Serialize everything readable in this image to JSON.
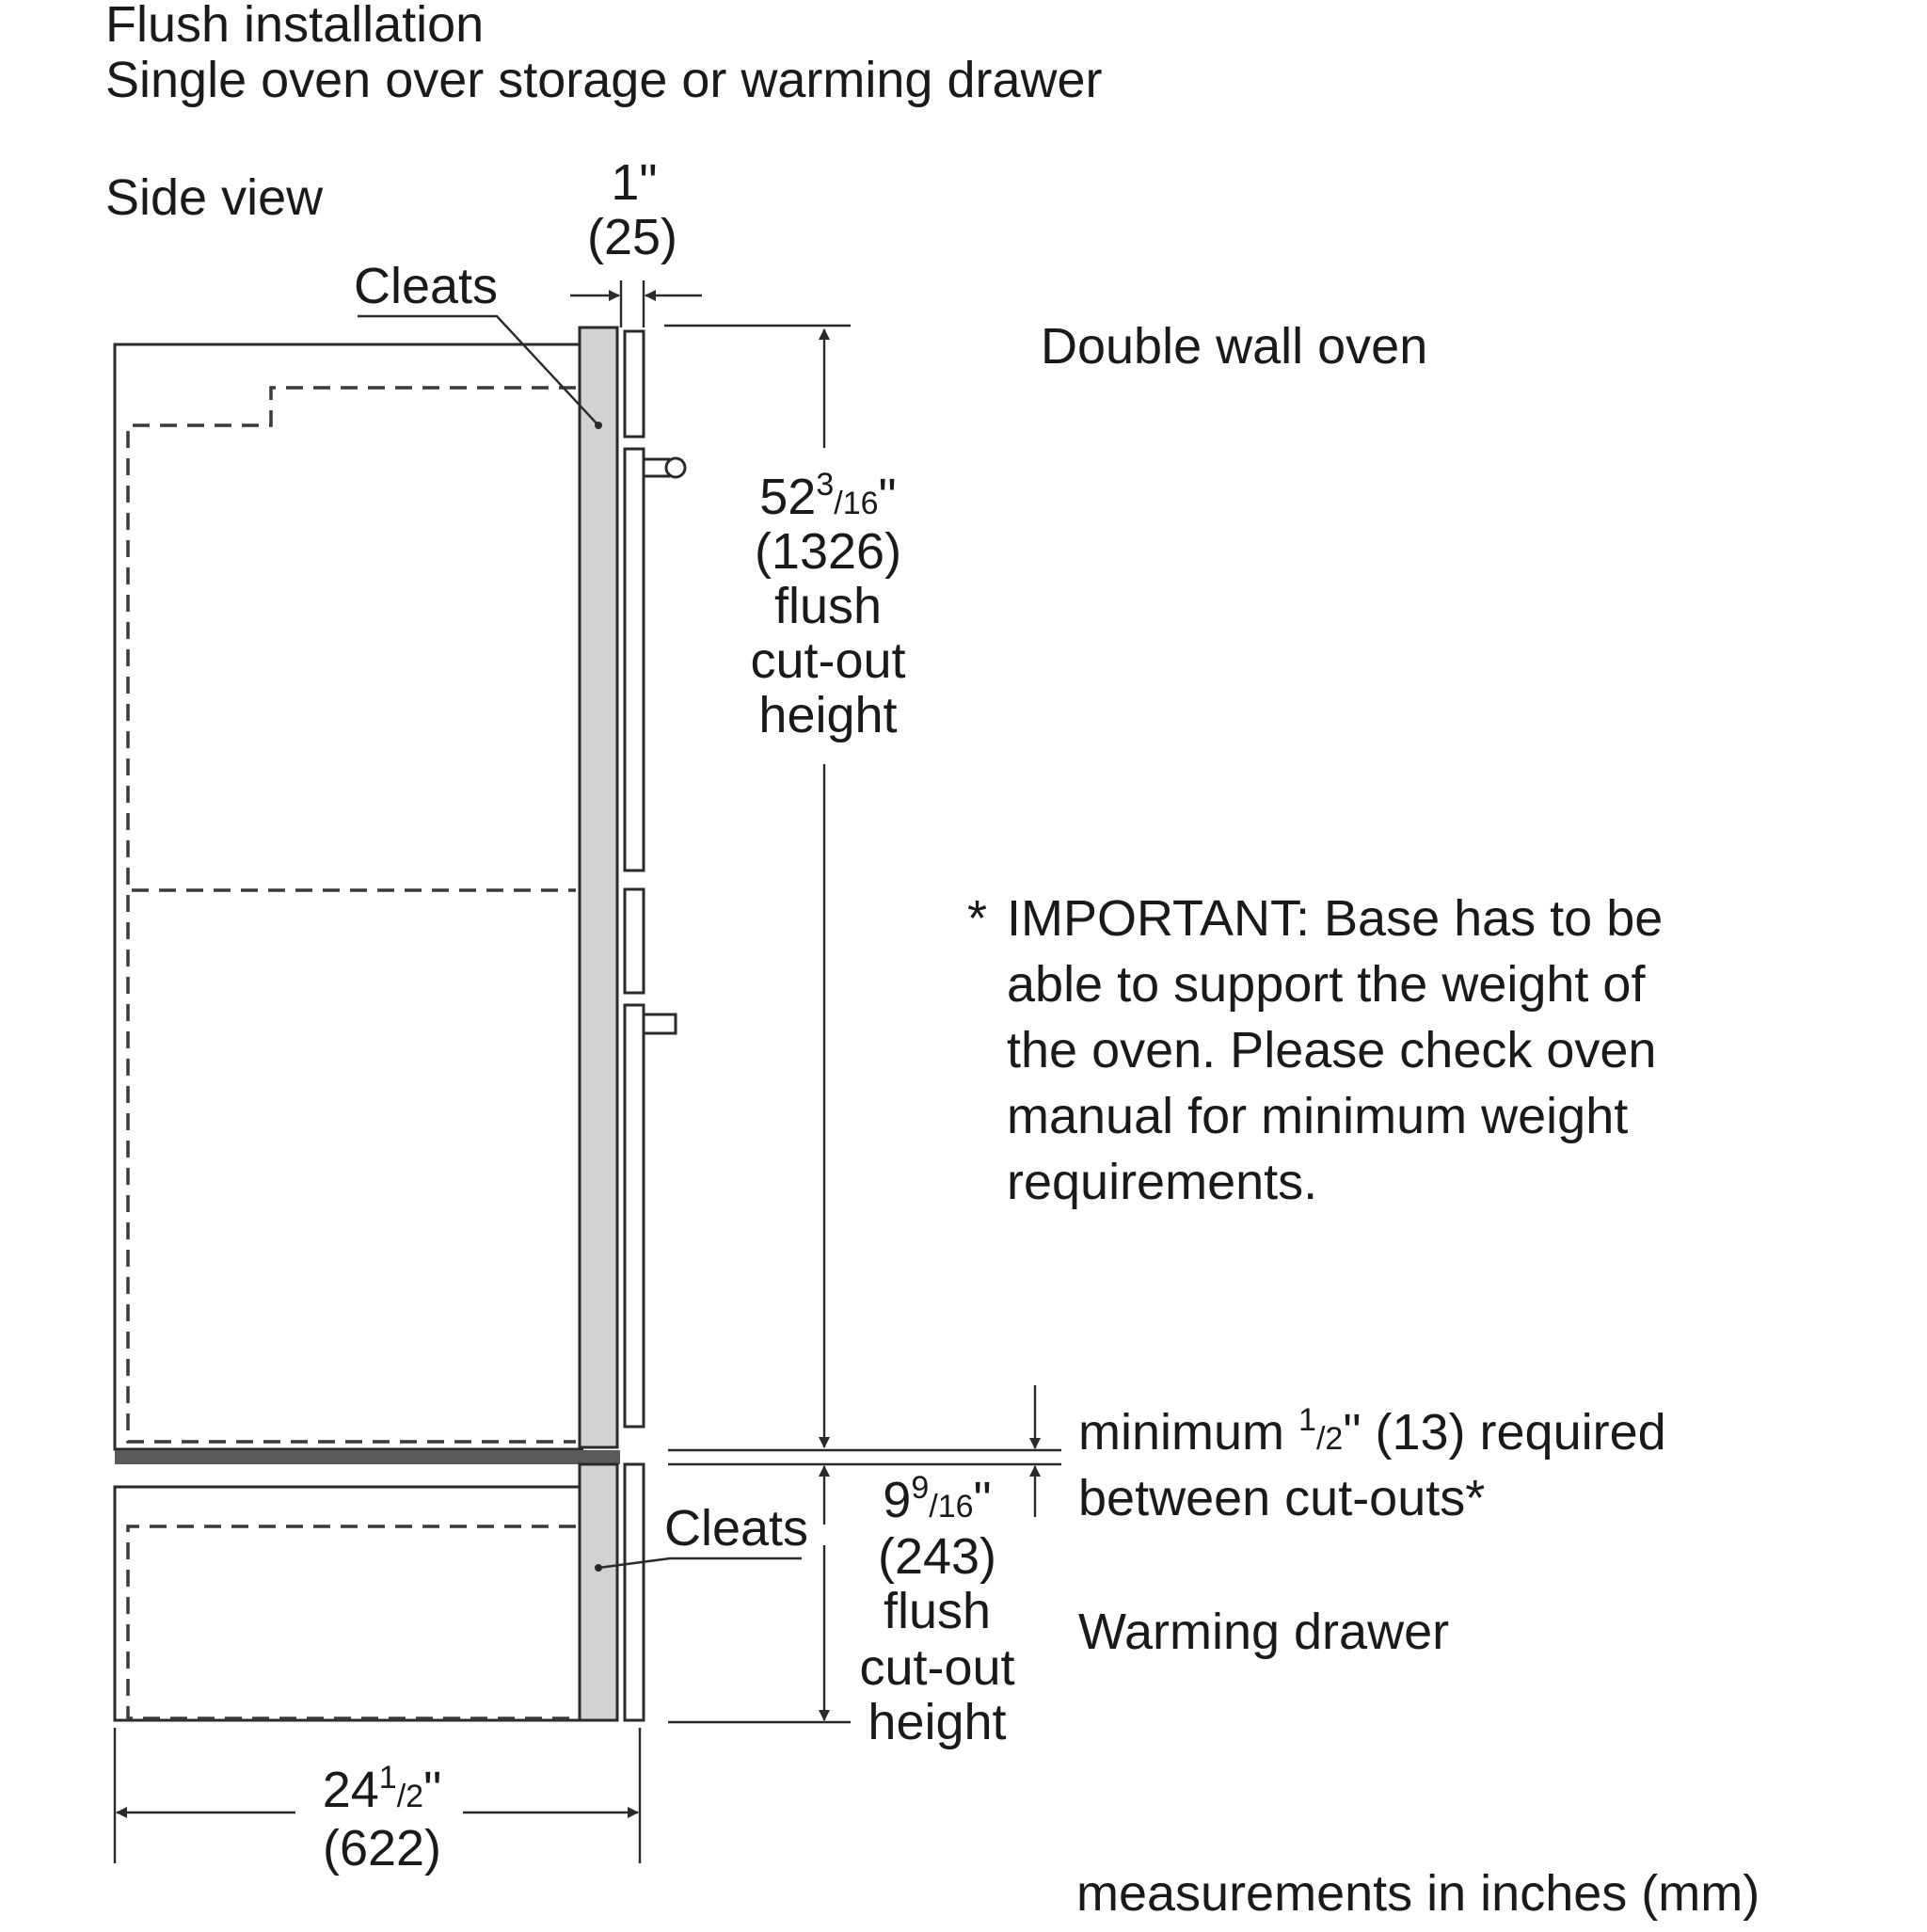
{
  "header": {
    "title": "Flush installation",
    "subtitle": "Single oven over storage or warming drawer"
  },
  "view_label": "Side view",
  "labels": {
    "cleats_top": "Cleats",
    "cleats_bottom": "Cleats",
    "double_wall_oven": "Double wall oven",
    "warming_drawer": "Warming drawer",
    "footer": "measurements in inches (mm)"
  },
  "dimensions": {
    "gap": {
      "inches": "1\"",
      "mm": "(25)"
    },
    "oven_cutout": {
      "whole": "52",
      "num": "3",
      "den": "16",
      "suffix": "\"",
      "mm": "(1326)",
      "line1": "flush",
      "line2": "cut-out",
      "line3": "height"
    },
    "drawer_cutout": {
      "whole": "9",
      "num": "9",
      "den": "16",
      "suffix": "\"",
      "mm": "(243)",
      "line1": "flush",
      "line2": "cut-out",
      "line3": "height"
    },
    "depth": {
      "whole": "24",
      "num": "1",
      "den": "2",
      "suffix": "\"",
      "mm": "(622)"
    },
    "minimum": {
      "prefix": "minimum ",
      "num": "1",
      "den": "2",
      "suffix": "\" (13) required",
      "line2": "between cut-outs*"
    }
  },
  "note": {
    "star": "*",
    "lines": [
      "IMPORTANT: Base has to be",
      "able to support the weight of",
      "the oven. Please check oven",
      "manual for minimum weight",
      "requirements."
    ]
  }
}
